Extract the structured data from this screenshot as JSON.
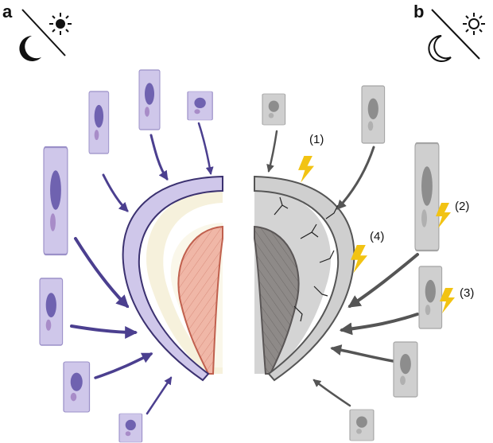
{
  "panels": [
    {
      "label": "a",
      "icon": "moon-filled-sun-filled-icon"
    },
    {
      "label": "b",
      "icon": "moon-outline-sun-outline-icon"
    }
  ],
  "annotations": [
    "(1)",
    "(2)",
    "(3)",
    "(4)"
  ],
  "colors": {
    "purple": "#4b3f8f",
    "purple_light": "#cfc7ea",
    "grey": "#8a8a8a",
    "grey_light": "#cfcfcf",
    "bolt": "#f2c313",
    "ivory": "#f6f1dc",
    "pink": "#f0b7a7"
  }
}
